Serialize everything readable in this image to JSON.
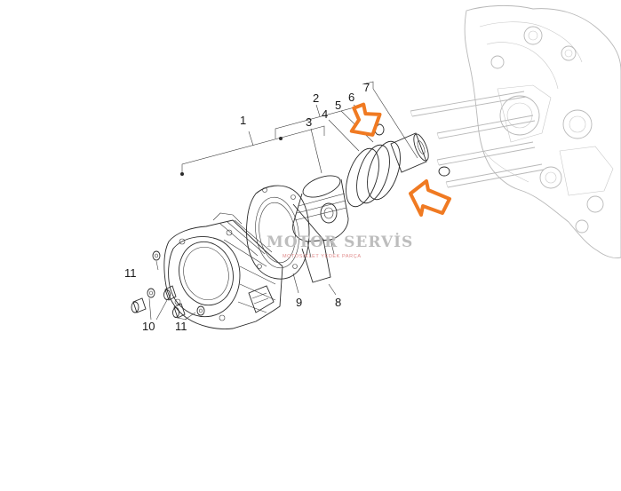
{
  "labels": {
    "l1": "1",
    "l2": "2",
    "l3": "3",
    "l4": "4",
    "l5": "5",
    "l6": "6",
    "l7": "7",
    "l8": "8",
    "l9": "9",
    "l10": "10",
    "l11a": "11",
    "l11b": "11"
  },
  "watermark": {
    "title": "MOTOR SERVİS",
    "subtitle": "MOTOSİKLET YEDEK PARÇA"
  },
  "colors": {
    "highlight_arrow": "#f07a22",
    "line": "#2b2b2b",
    "background_engine": "#b8b8b8"
  }
}
